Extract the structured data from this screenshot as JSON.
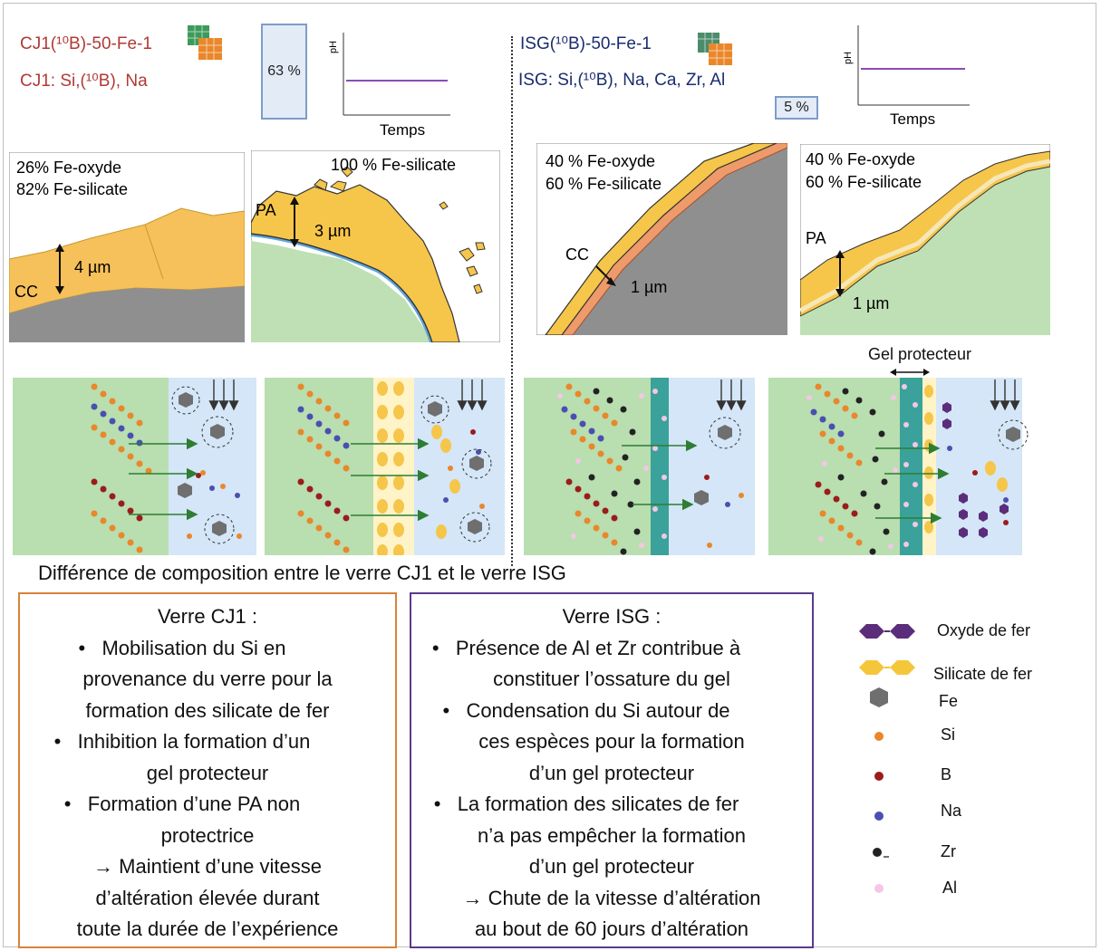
{
  "left_header": {
    "sample": "CJ1(¹⁰B)-50-Fe-1",
    "composition": "CJ1: Si,(¹⁰B), Na",
    "percent": "63 %",
    "ph_axis": "pH",
    "time_axis": "Temps"
  },
  "right_header": {
    "sample": "ISG(¹⁰B)-50-Fe-1",
    "composition": "ISG: Si,(¹⁰B), Na, Ca, Zr, Al",
    "percent": "5 %",
    "ph_axis": "pH",
    "time_axis": "Temps"
  },
  "micrographs": [
    {
      "line1": "26% Fe-oxyde",
      "line2": "82% Fe-silicate",
      "thickness": "4 µm",
      "tag": "CC"
    },
    {
      "line1": "100 % Fe-silicate",
      "thickness": "3 µm",
      "tag": "PA"
    },
    {
      "line1": "40 % Fe-oxyde",
      "line2": "60 % Fe-silicate",
      "thickness": "1 µm",
      "tag": "CC"
    },
    {
      "line1": "40 % Fe-oxyde",
      "line2": "60 % Fe-silicate",
      "thickness": "1 µm",
      "tag": "PA"
    }
  ],
  "gel_label": "Gel protecteur",
  "comparison_title": "Différence de composition entre le verre CJ1 et le verre ISG",
  "cj1_box": {
    "title": "Verre CJ1 :",
    "items": [
      {
        "bullet": true,
        "lines": [
          "Mobilisation du Si en",
          "provenance du verre pour la",
          "formation des silicate de fer"
        ]
      },
      {
        "bullet": true,
        "lines": [
          "Inhibition la formation d’un",
          "gel protecteur"
        ]
      },
      {
        "bullet": true,
        "lines": [
          "Formation d’une PA non",
          "protectrice"
        ]
      },
      {
        "bullet": false,
        "lines": [
          "→ Maintient d’une vitesse",
          "d’altération élevée durant",
          "toute la durée de l’expérience"
        ]
      }
    ]
  },
  "isg_box": {
    "title": "Verre ISG :",
    "items": [
      {
        "bullet": true,
        "lines": [
          "Présence de Al et Zr contribue à",
          "constituer l’ossature du gel"
        ]
      },
      {
        "bullet": true,
        "lines": [
          "Condensation du Si autour de",
          "ces espèces pour la formation",
          "d’un gel protecteur"
        ]
      },
      {
        "bullet": true,
        "lines": [
          "La formation des silicates de fer",
          "n’a pas empêcher la formation",
          "d’un gel protecteur"
        ]
      },
      {
        "bullet": false,
        "lines": [
          "→ Chute de la vitesse d’altération",
          "au bout de 60 jours d’altération"
        ]
      }
    ]
  },
  "legend": [
    {
      "label": "Oxyde de fer",
      "icon": "iron-oxide-icon"
    },
    {
      "label": "Silicate  de fer",
      "icon": "iron-silicate-icon"
    },
    {
      "label": "Fe",
      "icon": "fe-hexagon-icon"
    },
    {
      "label": "Si",
      "icon": "si-dot-icon"
    },
    {
      "label": "B",
      "icon": "b-dot-icon"
    },
    {
      "label": "Na",
      "icon": "na-dot-icon"
    },
    {
      "label": "Zr",
      "icon": "zr-dot-icon"
    },
    {
      "label": "Al",
      "icon": "al-dot-icon"
    }
  ],
  "colors": {
    "glass": "#b9deb0",
    "solution": "#cfe3f7",
    "layer": "#f6c24a",
    "gel": "#3aa29a",
    "si": "#e9872a",
    "b": "#9b1c1c",
    "na": "#4a4fb0",
    "zr": "#222222",
    "al": "#f4c7e5",
    "fe": "#7a7a7a",
    "iron_oxide": "#5b2d7a",
    "iron_silicate": "#f4c73a"
  }
}
